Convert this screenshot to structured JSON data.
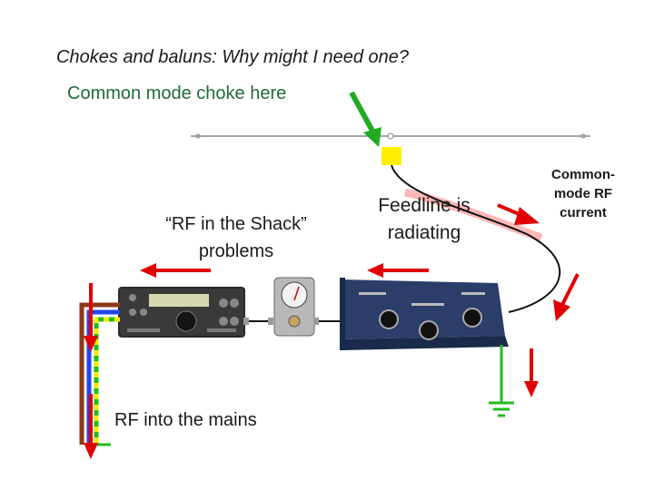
{
  "title": "Chokes and baluns: Why might I need one?",
  "labels": {
    "choke_here": "Common mode choke here",
    "rf_in_shack_line1": "“RF in the Shack”",
    "rf_in_shack_line2": "problems",
    "feedline_line1": "Feedline is",
    "feedline_line2": "radiating",
    "common_mode_line1": "Common-",
    "common_mode_line2": "mode RF",
    "common_mode_line3": "current",
    "mains": "RF into the mains"
  },
  "colors": {
    "arrow_red": "#e00000",
    "choke_arrow_green": "#22aa22",
    "balun_yellow": "#ffee00",
    "radiating_pink": "#ffaaaa",
    "ground_green": "#22bb22",
    "mains_brown": "#8b3a1a",
    "mains_blue": "#2244ee",
    "mains_yellow": "#eeee00"
  },
  "icons": {
    "radio": "transceiver-icon",
    "meter": "swr-meter-icon",
    "tuner": "antenna-tuner-icon",
    "ground": "ground-symbol-icon"
  }
}
